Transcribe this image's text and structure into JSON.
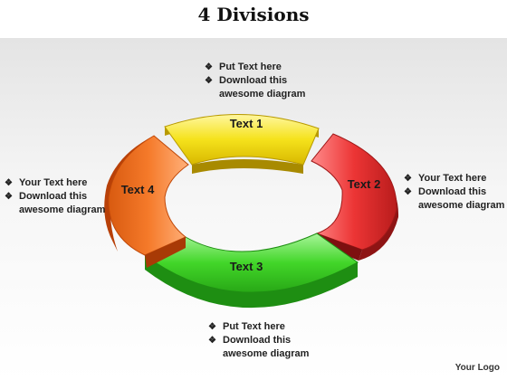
{
  "title": "4 Divisions",
  "segments": [
    {
      "label": "Text 1",
      "color": "#f5e21b",
      "dark": "#c4a600"
    },
    {
      "label": "Text 2",
      "color": "#ec3535",
      "dark": "#a01818"
    },
    {
      "label": "Text 3",
      "color": "#42d629",
      "dark": "#1e8e12"
    },
    {
      "label": "Text 4",
      "color": "#f57a2a",
      "dark": "#c04808"
    }
  ],
  "callouts": {
    "top": {
      "line1": "Put Text here",
      "line2": "Download this",
      "line3": "awesome diagram"
    },
    "right": {
      "line1": "Your Text here",
      "line2": "Download this",
      "line3": "awesome diagram"
    },
    "bottom": {
      "line1": "Put Text here",
      "line2": "Download this",
      "line3": "awesome diagram"
    },
    "left": {
      "line1": "Your Text here",
      "line2": "Download this",
      "line3": "awesome diagram"
    }
  },
  "bullet_glyph": "❖",
  "logo": "Your Logo"
}
